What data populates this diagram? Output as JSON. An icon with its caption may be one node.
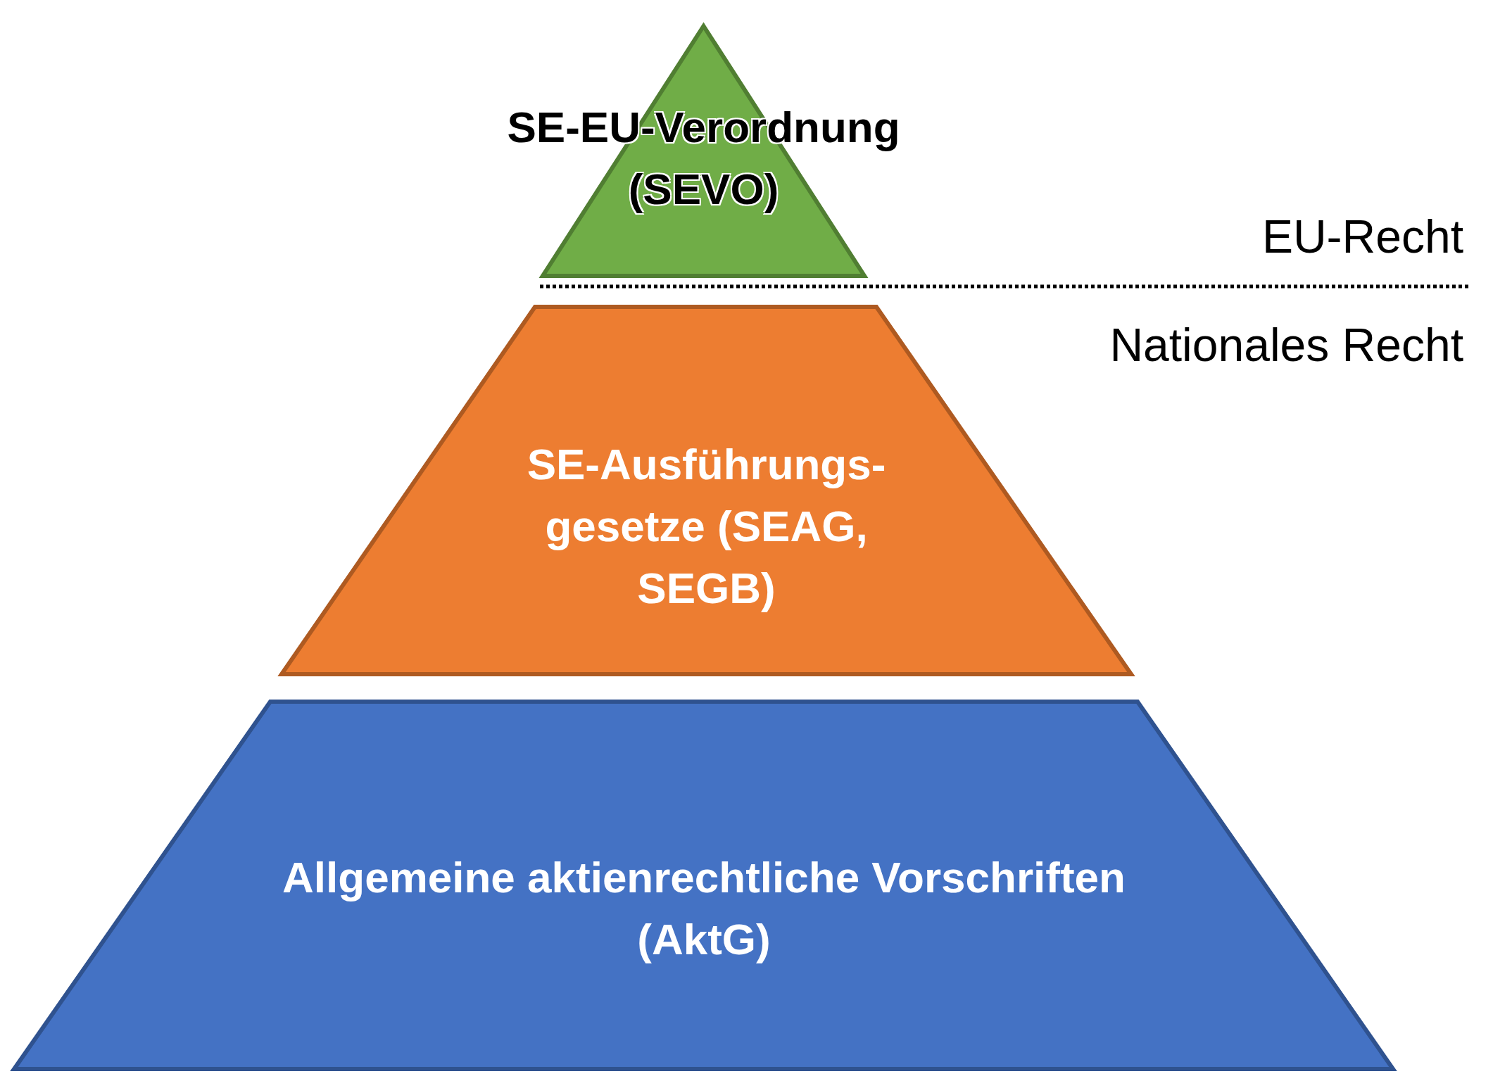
{
  "diagram": {
    "nodes": [
      {
        "text": [
          "SE-EU-Verordnung (SEVO)"
        ]
      },
      {
        "text": [
          "SE-Ausführungs- gesetze (SEAG, SEGB)"
        ]
      },
      {
        "text": [
          "Allgemeine aktienrechtliche Vorschriften (AktG)"
        ]
      }
    ],
    "edges": [],
    "labels": [
      "EU-Recht",
      "Nationales Recht"
    ]
  }
}
